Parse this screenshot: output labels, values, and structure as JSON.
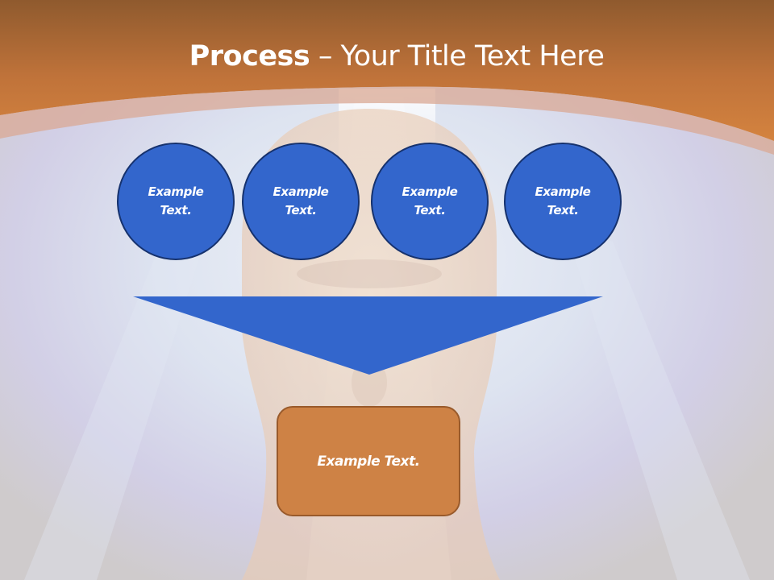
{
  "slide": {
    "title_bold": "Process",
    "title_rest": " – Your Title Text Here",
    "steps": [
      {
        "line1": "Example",
        "line2": "Text."
      },
      {
        "line1": "Example",
        "line2": "Text."
      },
      {
        "line1": "Example",
        "line2": "Text."
      },
      {
        "line1": "Example",
        "line2": "Text."
      }
    ],
    "result": "Example Text."
  },
  "colors": {
    "header_top": "#8f5a2e",
    "header_bottom": "#d4833f",
    "step_fill": "#3366cc",
    "step_border": "#16326e",
    "funnel_fill": "#3366cc",
    "result_fill": "#ce8245",
    "result_border": "#995a2b"
  }
}
